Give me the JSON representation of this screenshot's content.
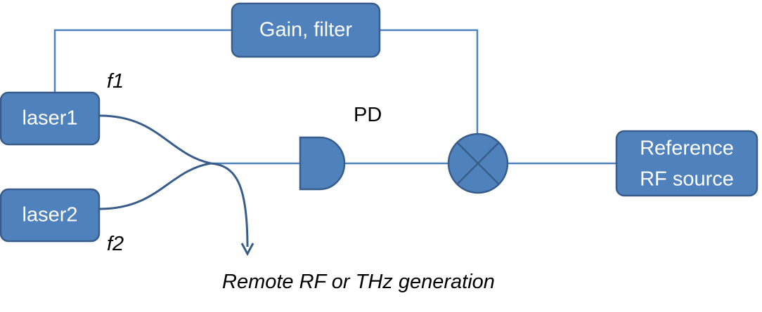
{
  "colors": {
    "box_fill": "#4F81BD",
    "box_stroke": "#385D8A",
    "line": "#4F81BD",
    "text_on_box": "#FFFFFF",
    "label_text": "#000000"
  },
  "blocks": {
    "gain_filter": "Gain, filter",
    "laser1": "laser1",
    "laser2": "laser2",
    "reference_line1": "Reference",
    "reference_line2": "RF source"
  },
  "labels": {
    "f1": "f1",
    "f2": "f2",
    "pd": "PD",
    "remote": "Remote RF or THz generation"
  },
  "icons": {
    "photodetector": "photodetector-d-shape",
    "mixer": "mixer-circle-cross",
    "arrow": "arrow-down"
  }
}
